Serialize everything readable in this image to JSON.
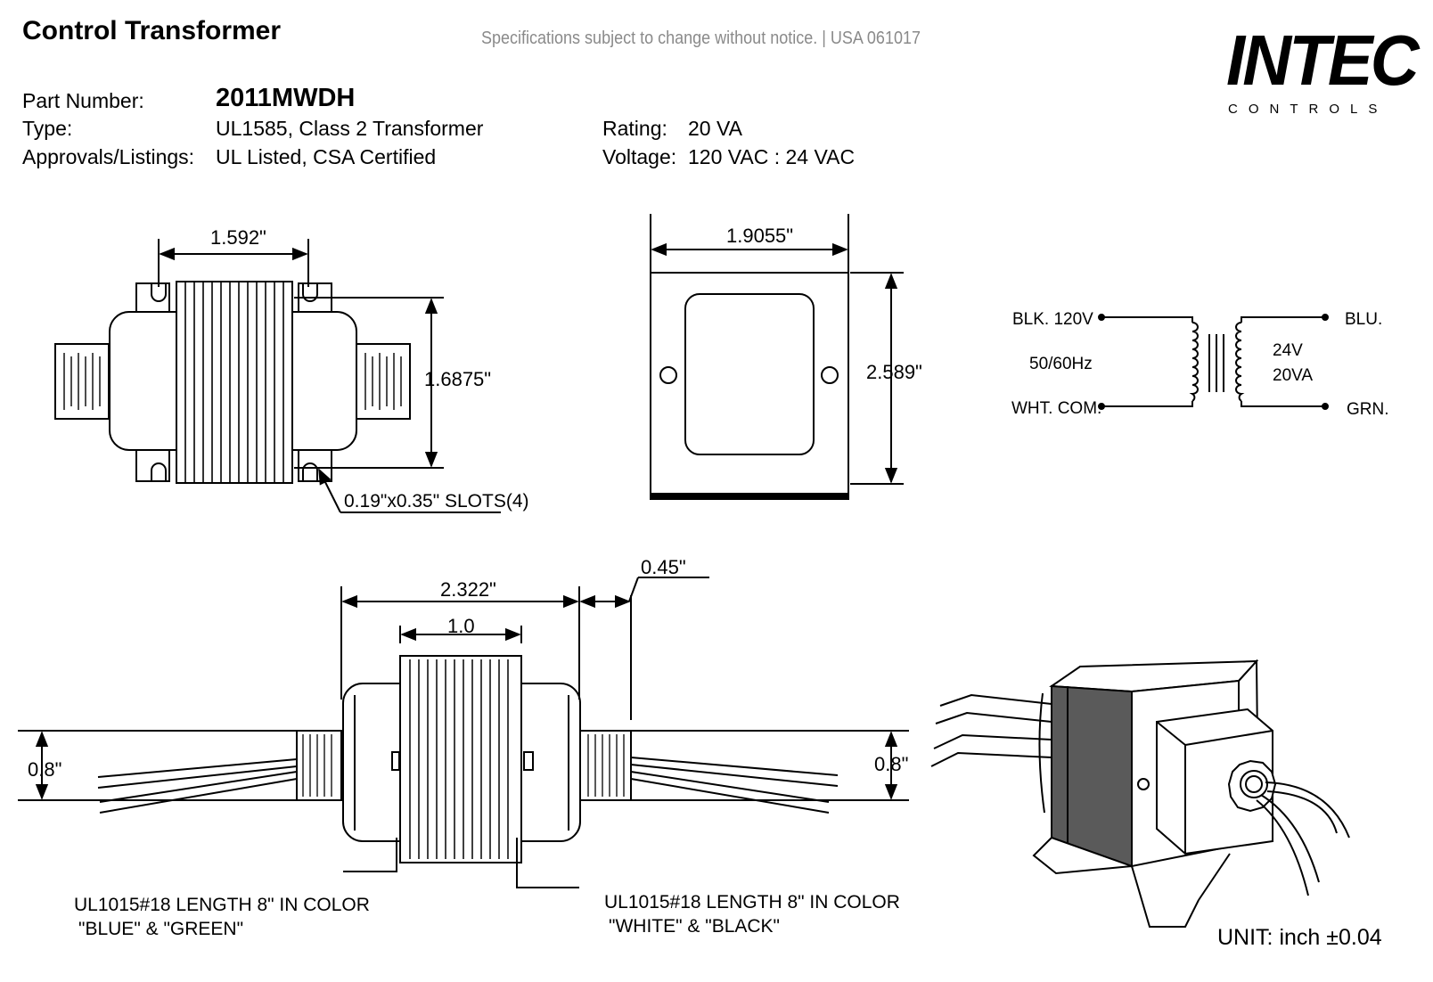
{
  "header": {
    "title": "Control Transformer",
    "notice": "Specifications subject to change without notice. | USA 061017"
  },
  "logo": {
    "main": "INTEC",
    "sub": "CONTROLS"
  },
  "specs": {
    "part_number_label": "Part Number:",
    "part_number": "2011MWDH",
    "type_label": "Type:",
    "type": "UL1585, Class 2 Transformer",
    "approvals_label": "Approvals/Listings:",
    "approvals": "UL Listed, CSA Certified",
    "rating_label": "Rating:",
    "rating": "20 VA",
    "voltage_label": "Voltage:",
    "voltage": "120 VAC : 24 VAC"
  },
  "top_view": {
    "width": "1.592\"",
    "height": "1.6875\"",
    "slots": "0.19\"x0.35\" SLOTS(4)"
  },
  "end_view": {
    "width": "1.9055\"",
    "height": "2.589\""
  },
  "schematic": {
    "primary_top": "BLK.  120V",
    "frequency": "50/60Hz",
    "primary_bottom": "WHT. COM.",
    "secondary_top": "BLU.",
    "secondary_volt": "24V",
    "secondary_va": "20VA",
    "secondary_bottom": "GRN."
  },
  "side_view": {
    "overall": "2.322\"",
    "core": "1.0",
    "bracket": "0.45\"",
    "left_height": "0.8\"",
    "right_height": "0.8\"",
    "left_leads_line1": "UL1015#18  LENGTH 8\"  IN COLOR",
    "left_leads_line2": "\"BLUE\" &  \"GREEN\"",
    "right_leads_line1": "UL1015#18  LENGTH 8\"  IN COLOR",
    "right_leads_line2": "\"WHITE\" & \"BLACK\""
  },
  "footer": {
    "unit": "UNIT: inch  ±0.04"
  }
}
